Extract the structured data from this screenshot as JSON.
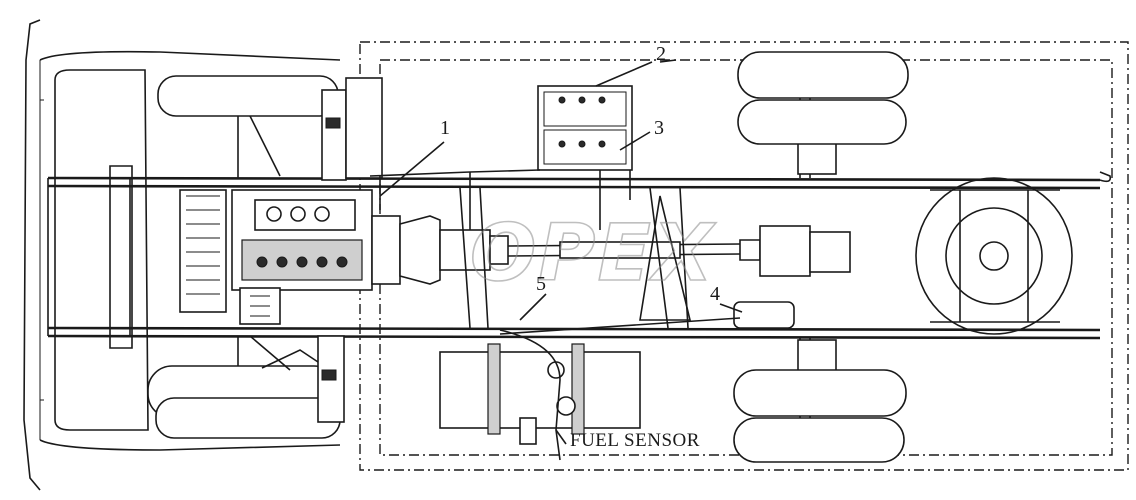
{
  "diagram": {
    "callouts": [
      {
        "id": "1",
        "label": "1"
      },
      {
        "id": "2",
        "label": "2"
      },
      {
        "id": "3",
        "label": "3"
      },
      {
        "id": "4",
        "label": "4"
      },
      {
        "id": "5",
        "label": "5"
      }
    ],
    "fuel_sensor_label": "FUEL SENSOR",
    "watermark": "OPEX"
  }
}
